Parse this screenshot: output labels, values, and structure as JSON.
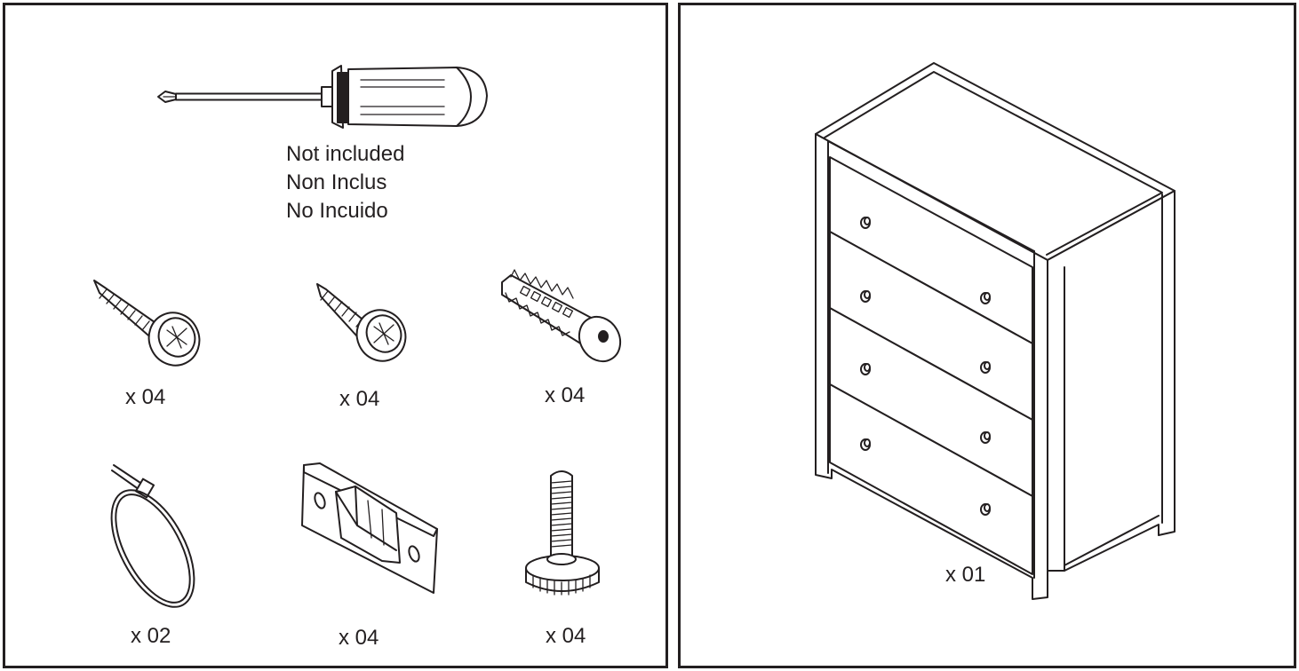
{
  "tool": {
    "icon": "phillips-screwdriver-icon",
    "note_lines": [
      "Not included",
      "Non Inclus",
      "No Incuido"
    ]
  },
  "hardware": [
    {
      "icon": "long-wood-screw-icon",
      "qty": "x 04"
    },
    {
      "icon": "short-wood-screw-icon",
      "qty": "x 04"
    },
    {
      "icon": "wall-anchor-icon",
      "qty": "x 04"
    },
    {
      "icon": "cable-tie-icon",
      "qty": "x 02"
    },
    {
      "icon": "drawer-catch-plate-icon",
      "qty": "x 04"
    },
    {
      "icon": "leveling-foot-icon",
      "qty": "x 04"
    }
  ],
  "product": {
    "icon": "four-drawer-chest-icon",
    "qty": "x 01"
  }
}
